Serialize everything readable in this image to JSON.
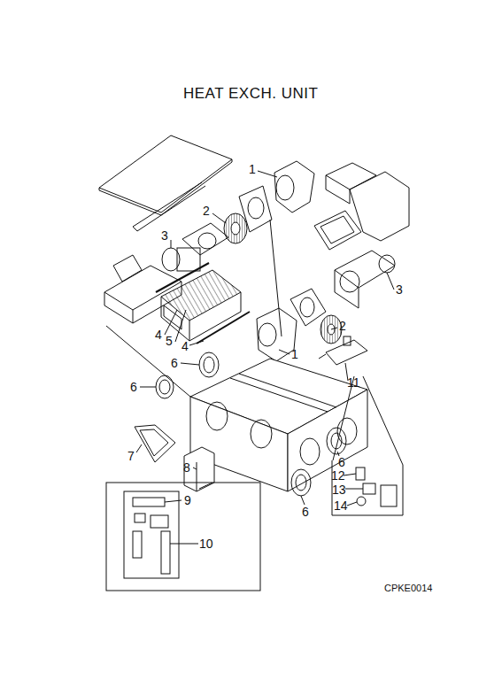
{
  "diagram": {
    "title": "HEAT EXCH. UNIT",
    "labels": [
      "1",
      "2",
      "3",
      "3",
      "2",
      "4",
      "5",
      "4",
      "1",
      "6",
      "11",
      "6",
      "7",
      "8",
      "6",
      "6",
      "12",
      "13",
      "14",
      "9",
      "10",
      "CPKE0014"
    ]
  }
}
